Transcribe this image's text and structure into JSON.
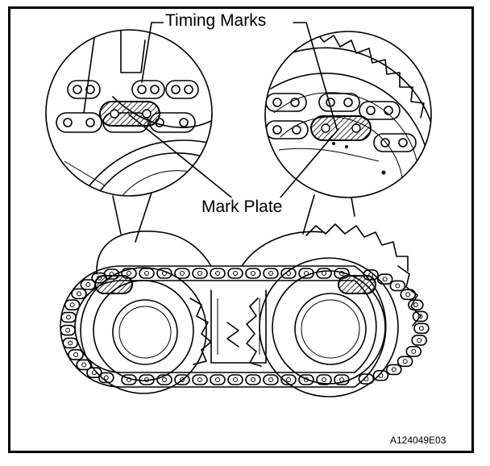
{
  "labels": {
    "timing_marks": "Timing Marks",
    "mark_plate": "Mark Plate",
    "figure_code": "A124049E03"
  },
  "colors": {
    "ink": "#000000",
    "background": "#ffffff"
  }
}
